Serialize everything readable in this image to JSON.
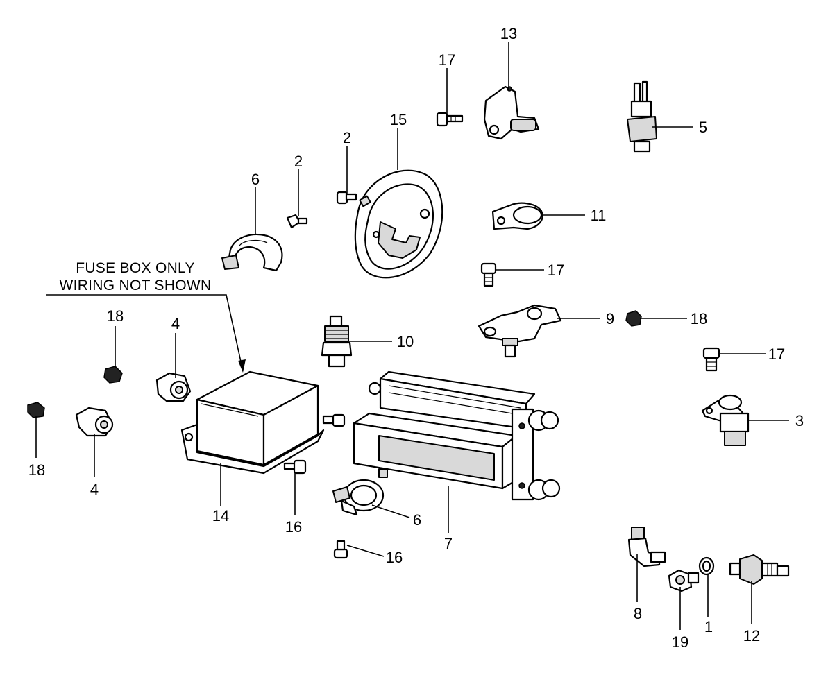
{
  "note": {
    "line1": "FUSE BOX ONLY",
    "line2": "WIRING NOT SHOWN"
  },
  "callouts": {
    "c13": "13",
    "c17a": "17",
    "c5": "5",
    "c15": "15",
    "c2a": "2",
    "c2b": "2",
    "c6a": "6",
    "c11": "11",
    "c17b": "17",
    "c9": "9",
    "c18a": "18",
    "c18b": "18",
    "c10": "10",
    "c4a": "4",
    "c17c": "17",
    "c3": "3",
    "c18c": "18",
    "c4b": "4",
    "c14": "14",
    "c16a": "16",
    "c6b": "6",
    "c7": "7",
    "c16b": "16",
    "c8": "8",
    "c19": "19",
    "c1": "1",
    "c12": "12"
  }
}
